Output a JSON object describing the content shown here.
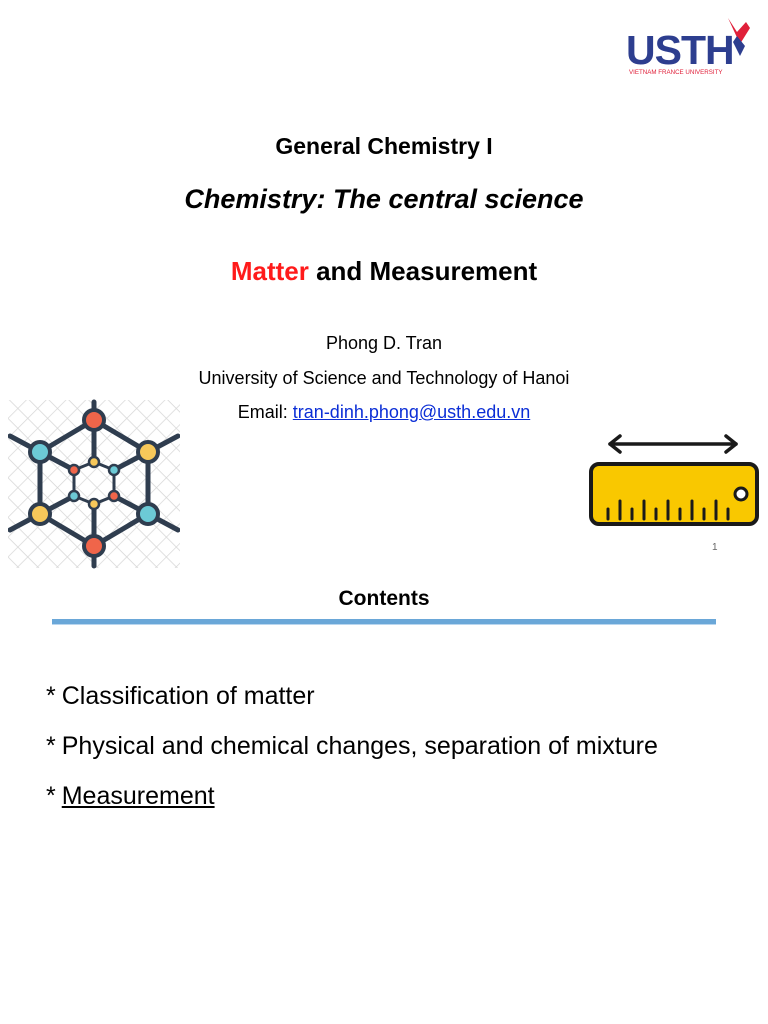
{
  "logo": {
    "name": "USTH",
    "subtitle": "VIETNAM FRANCE UNIVERSITY",
    "colors": {
      "primary": "#2d3e8f",
      "accent": "#e0203a"
    }
  },
  "header": {
    "course_title": "General Chemistry I",
    "book_title": "Chemistry: The central science",
    "lecture_title_highlight": "Matter",
    "lecture_title_rest": "and Measurement",
    "highlight_color": "#ff1a1a"
  },
  "author": {
    "name": "Phong D. Tran",
    "affiliation": "University of Science and Technology of Hanoi",
    "email_label": "Email:",
    "email": "tran-dinh.phong@usth.edu.vn"
  },
  "illustrations": {
    "molecule_icon": "molecule-structure-icon",
    "ruler_icon": "ruler-icon",
    "arrow_icon": "double-arrow-icon"
  },
  "page_number": "1",
  "contents": {
    "heading": "Contents",
    "items": [
      {
        "bullet": "*",
        "text": "Classification of matter"
      },
      {
        "bullet": "*",
        "text": "Physical and chemical changes, separation of mixture"
      },
      {
        "bullet": "*",
        "text": "Measurement"
      }
    ]
  }
}
